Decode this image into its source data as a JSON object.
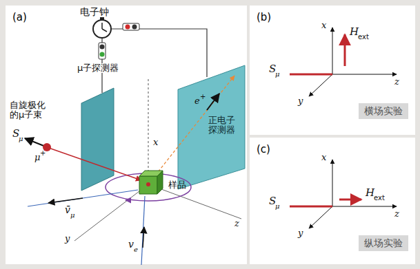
{
  "diagram": {
    "nodes": [
      {
        "text": [
          "(a)"
        ]
      },
      {
        "text": [
          "(b)"
        ]
      },
      {
        "text": [
          "(c)"
        ]
      },
      {
        "text": [
          "横场实验"
        ],
        "in": 1
      },
      {
        "text": [
          "纵场实验"
        ],
        "in": 2
      }
    ],
    "labels": [
      "电子钟",
      "自旋极化的μ子束",
      "μ子探测器",
      "正电子探测器",
      "S",
      "μ",
      "μ",
      "+",
      "e",
      "+",
      "x",
      "y",
      "z",
      "样品",
      "v̄",
      "μ",
      "v",
      "e",
      "x",
      "y",
      "z",
      "S",
      "μ",
      "H",
      "ext",
      "x",
      "y",
      "z",
      "S",
      "μ",
      "H",
      "ext"
    ]
  }
}
